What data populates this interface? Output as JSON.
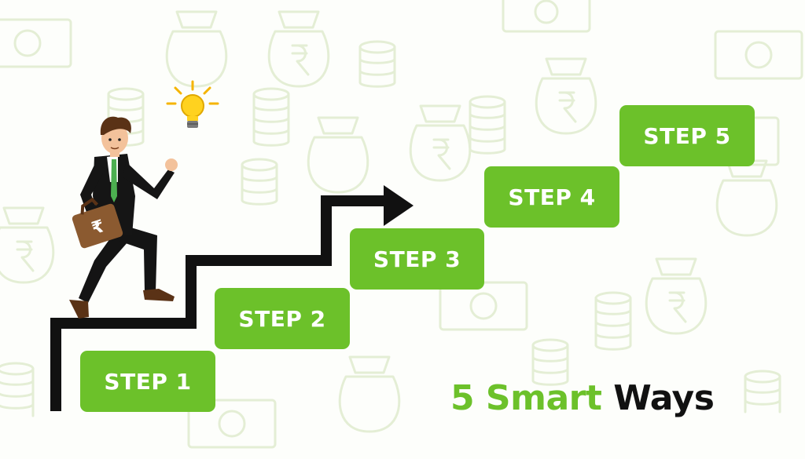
{
  "steps": [
    {
      "label": "STEP 1"
    },
    {
      "label": "STEP 2"
    },
    {
      "label": "STEP 3"
    },
    {
      "label": "STEP 4"
    },
    {
      "label": "STEP 5"
    }
  ],
  "heading": {
    "highlight": "5 Smart",
    "rest": "Ways"
  },
  "illustration": {
    "character": "businessman-climbing-stairs",
    "briefcase_symbol": "₹",
    "icon": "lightbulb-icon",
    "background_motifs": [
      "rupee-bag-icon",
      "coin-stack-icon",
      "banknote-icon"
    ]
  },
  "colors": {
    "accent_green": "#6cc12a",
    "text_dark": "#111111",
    "path_black": "#111111",
    "background": "#fdfefb",
    "pattern": "#e6efd8"
  }
}
